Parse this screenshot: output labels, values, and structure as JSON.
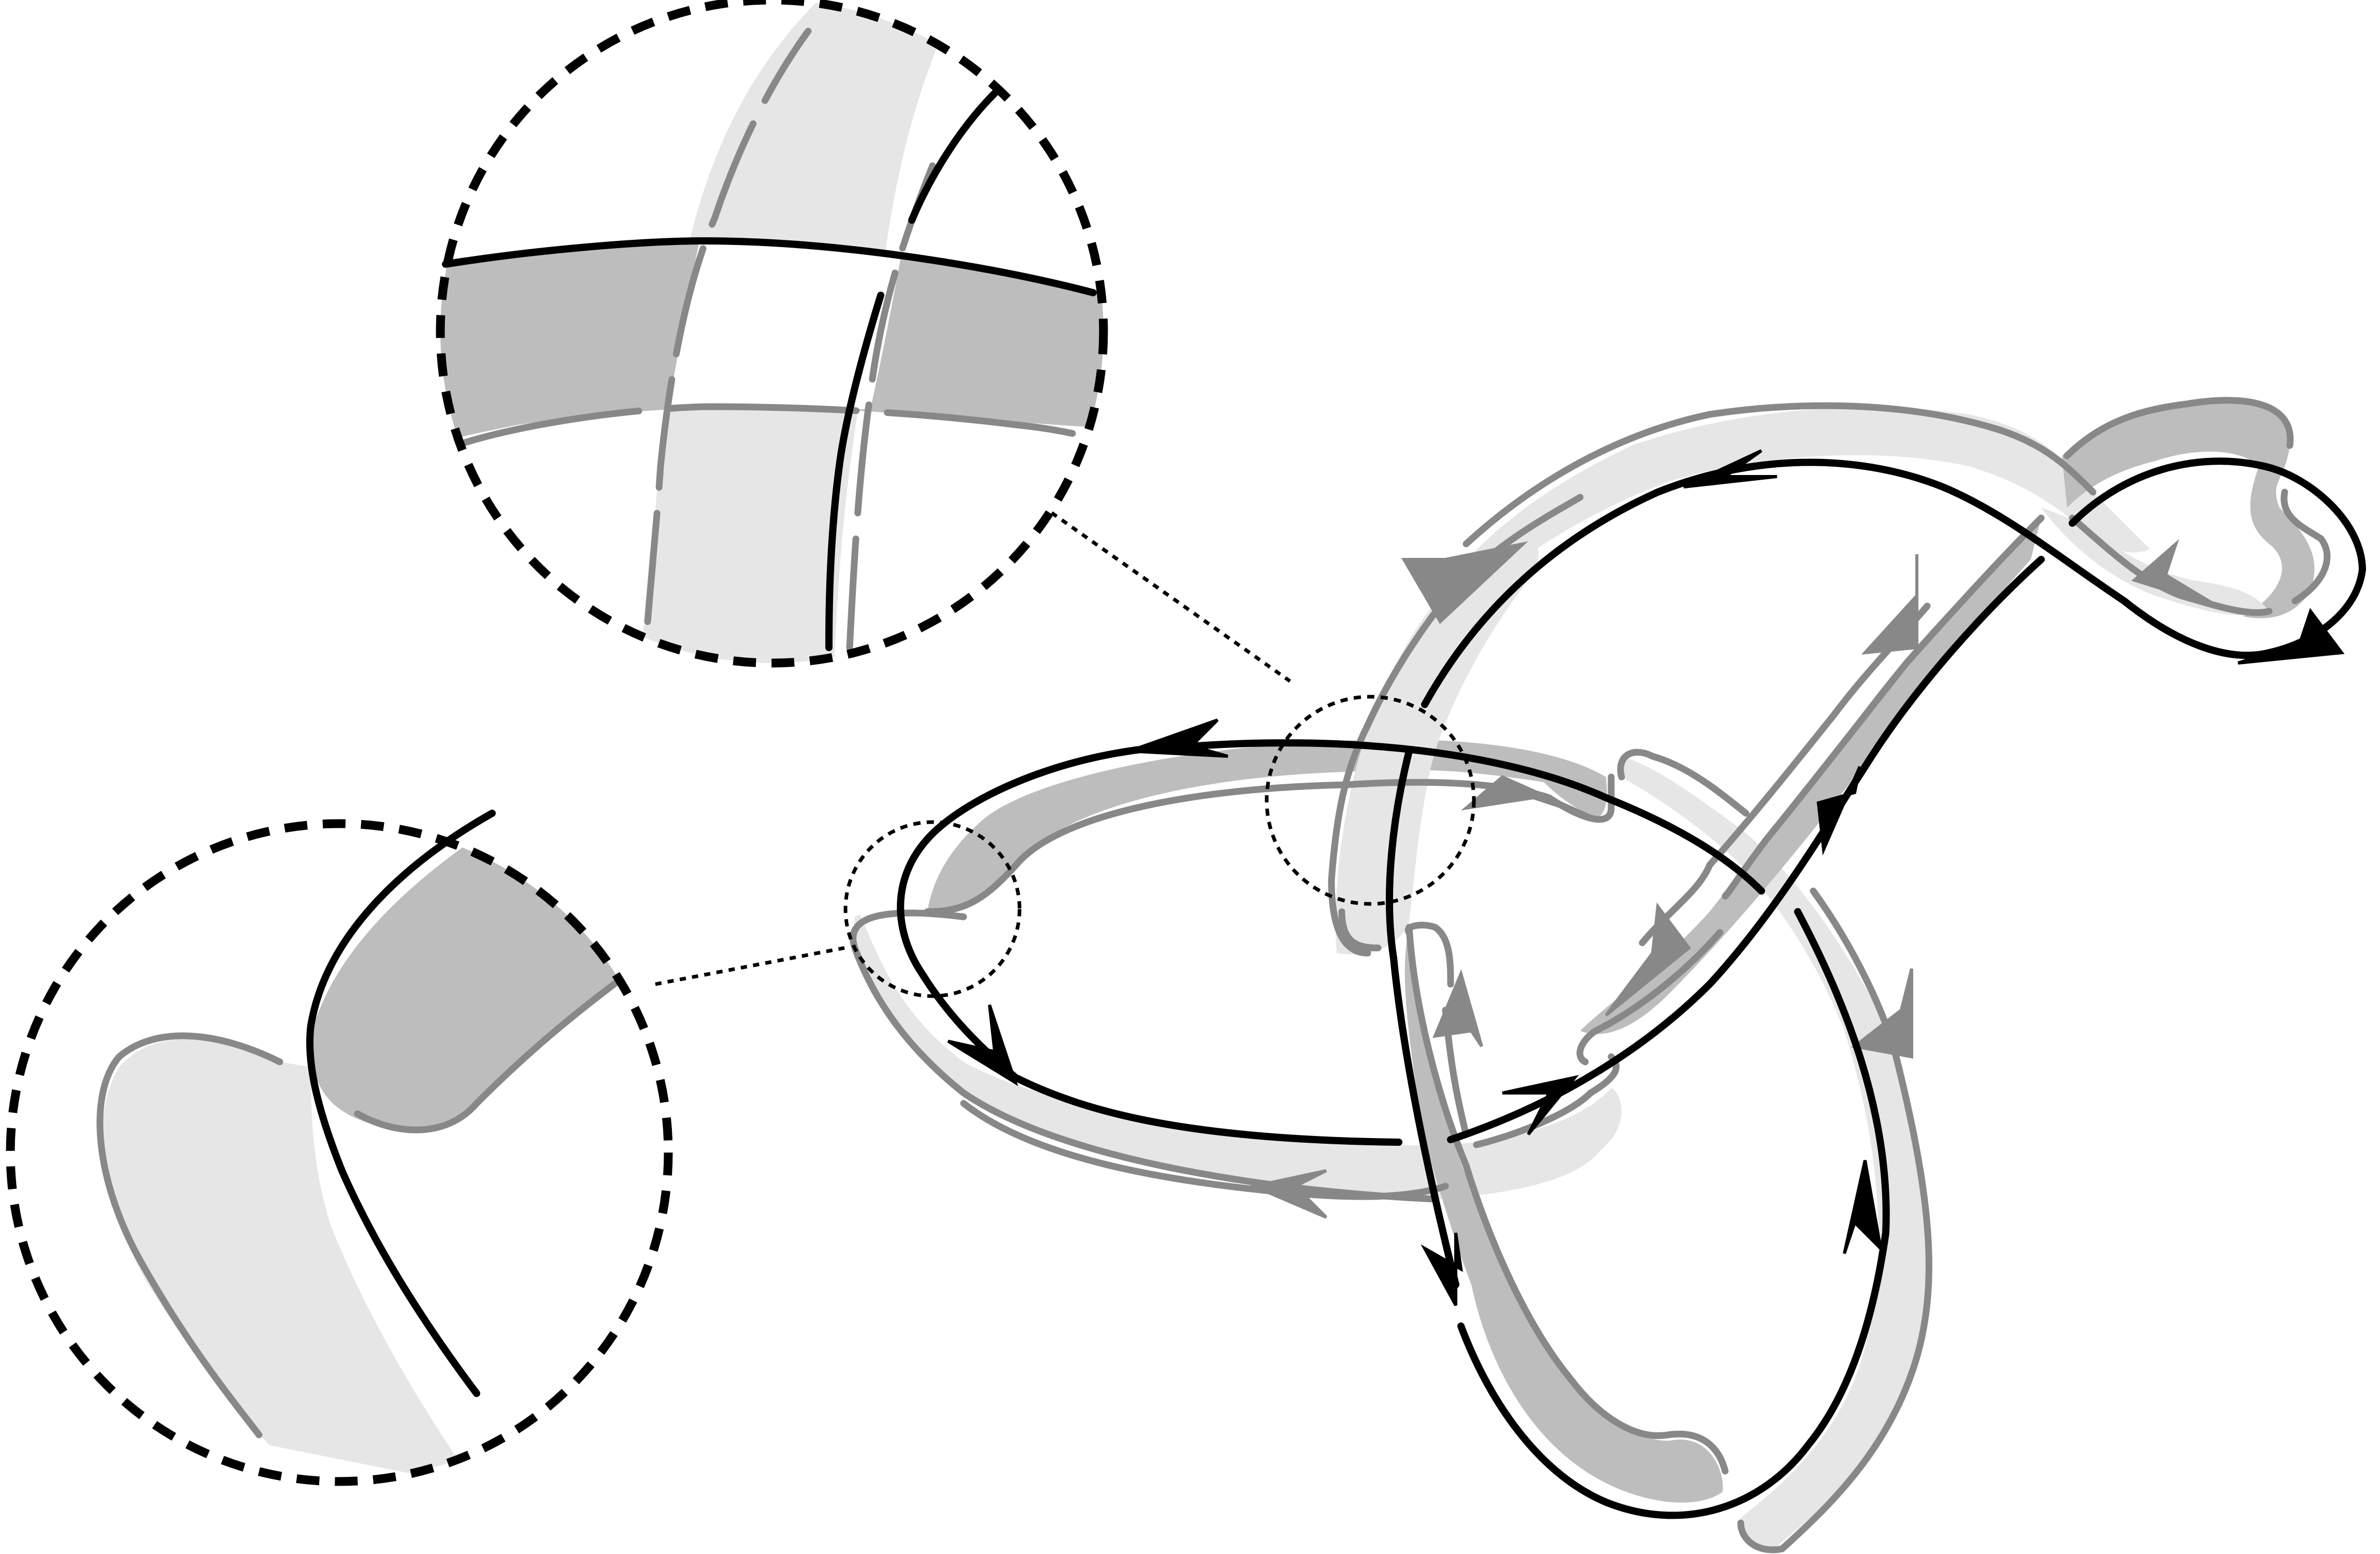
{
  "colors": {
    "band_light": "#e6e6e6",
    "band_dark": "#bdbdbd",
    "band_edge": "#888888",
    "strand": "#000000",
    "background": "#ffffff"
  },
  "figure": {
    "description_elements": [
      "ribbon-surface",
      "knot-strand",
      "zoom-inset-crossing",
      "zoom-inset-twist",
      "detail-markers"
    ]
  }
}
